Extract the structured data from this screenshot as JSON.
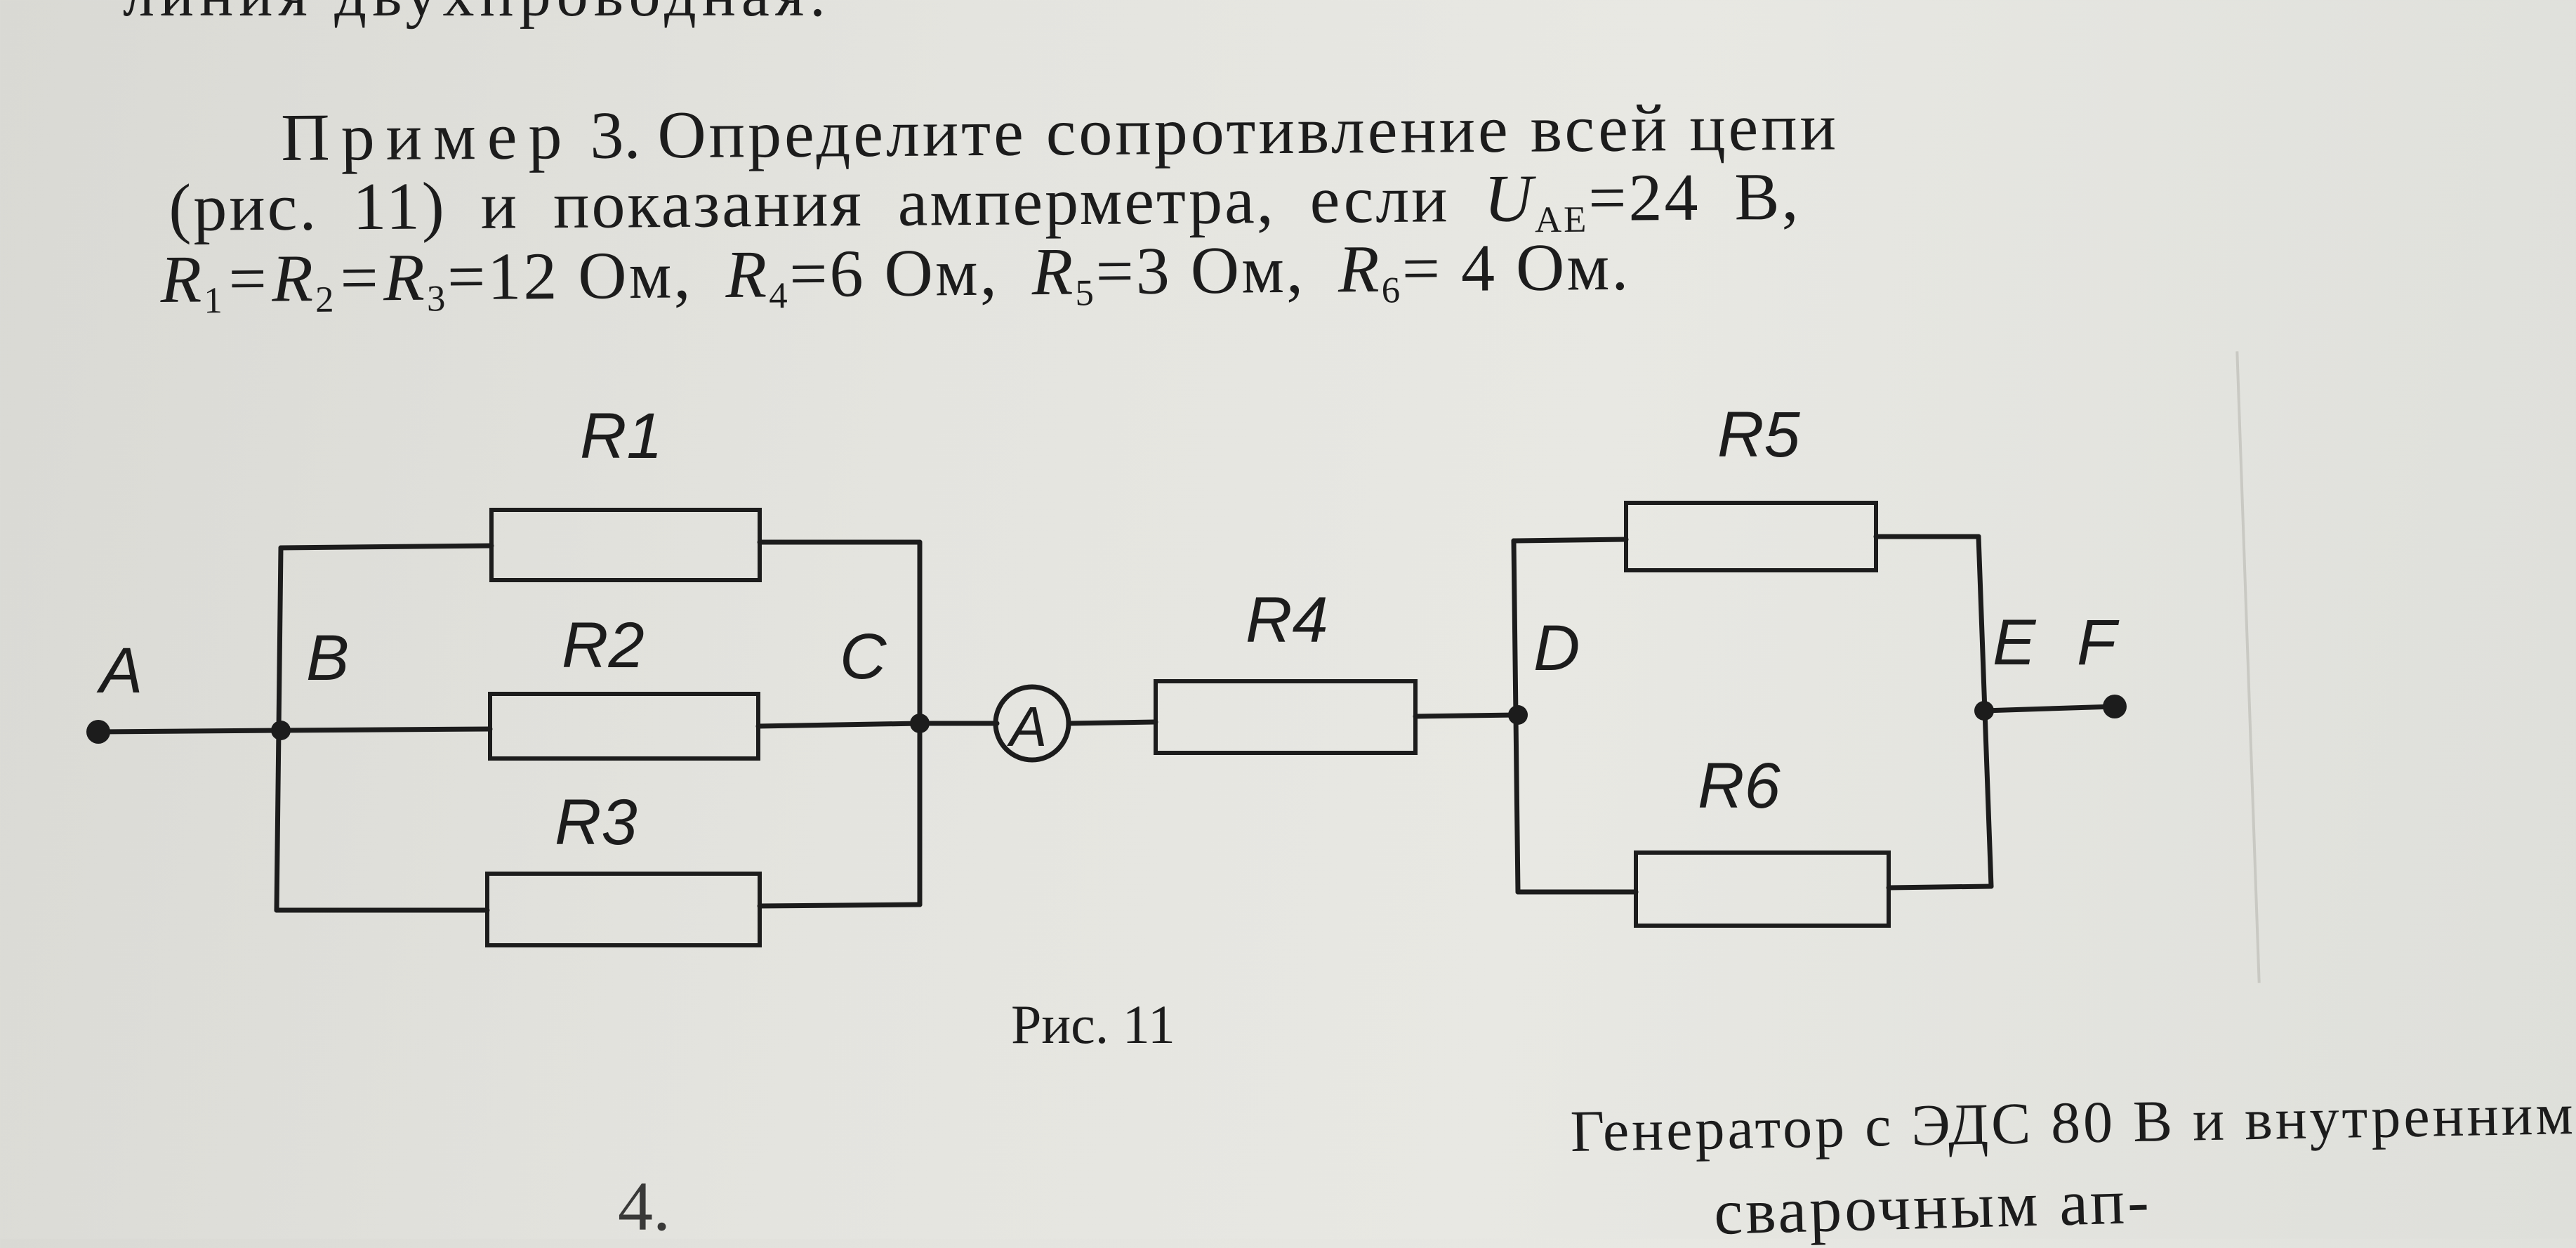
{
  "header_fragment": "линия двухпроводная.",
  "example": {
    "label": "Пример",
    "number": "3.",
    "line1_rest": "Определите сопротивление всей цепи",
    "line2_start": "(рис. 11) и показания амперметра, если",
    "u_symbol": "U",
    "u_sub": "AE",
    "u_value": "=24 В,",
    "line3": {
      "r1": "R",
      "r1_sub": "1",
      "r2": "=R",
      "r2_sub": "2",
      "r3": "=R",
      "r3_sub": "3",
      "r123_value": "=12 Ом,",
      "r4": "R",
      "r4_sub": "4",
      "r4_value": "=6 Ом,",
      "r5": "R",
      "r5_sub": "5",
      "r5_value": "=3 Ом,",
      "r6": "R",
      "r6_sub": "6",
      "r6_value": "= 4 Ом."
    }
  },
  "circuit": {
    "nodes": [
      "A",
      "B",
      "C",
      "D",
      "E",
      "F"
    ],
    "resistors": [
      "R1",
      "R2",
      "R3",
      "R4",
      "R5",
      "R6"
    ],
    "ammeter": "A"
  },
  "caption": "Рис. 11",
  "footer_line1": "Генератор с ЭДС 80 В и внутренним",
  "footer_line2_start": "4.",
  "footer_line2_end": "сварочным ап-"
}
